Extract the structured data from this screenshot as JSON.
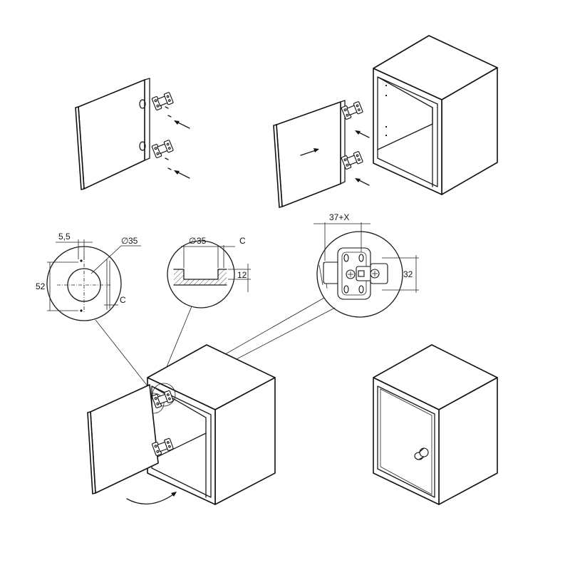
{
  "dim_hole": {
    "offset": "5,5",
    "diameter": "35",
    "height": "52",
    "edge": "C"
  },
  "dim_section": {
    "diameter": "35",
    "edge": "C",
    "depth": "12"
  },
  "dim_plate": {
    "width": "37+X",
    "height": "32"
  },
  "colors": {
    "line": "#111111",
    "background": "#ffffff"
  }
}
